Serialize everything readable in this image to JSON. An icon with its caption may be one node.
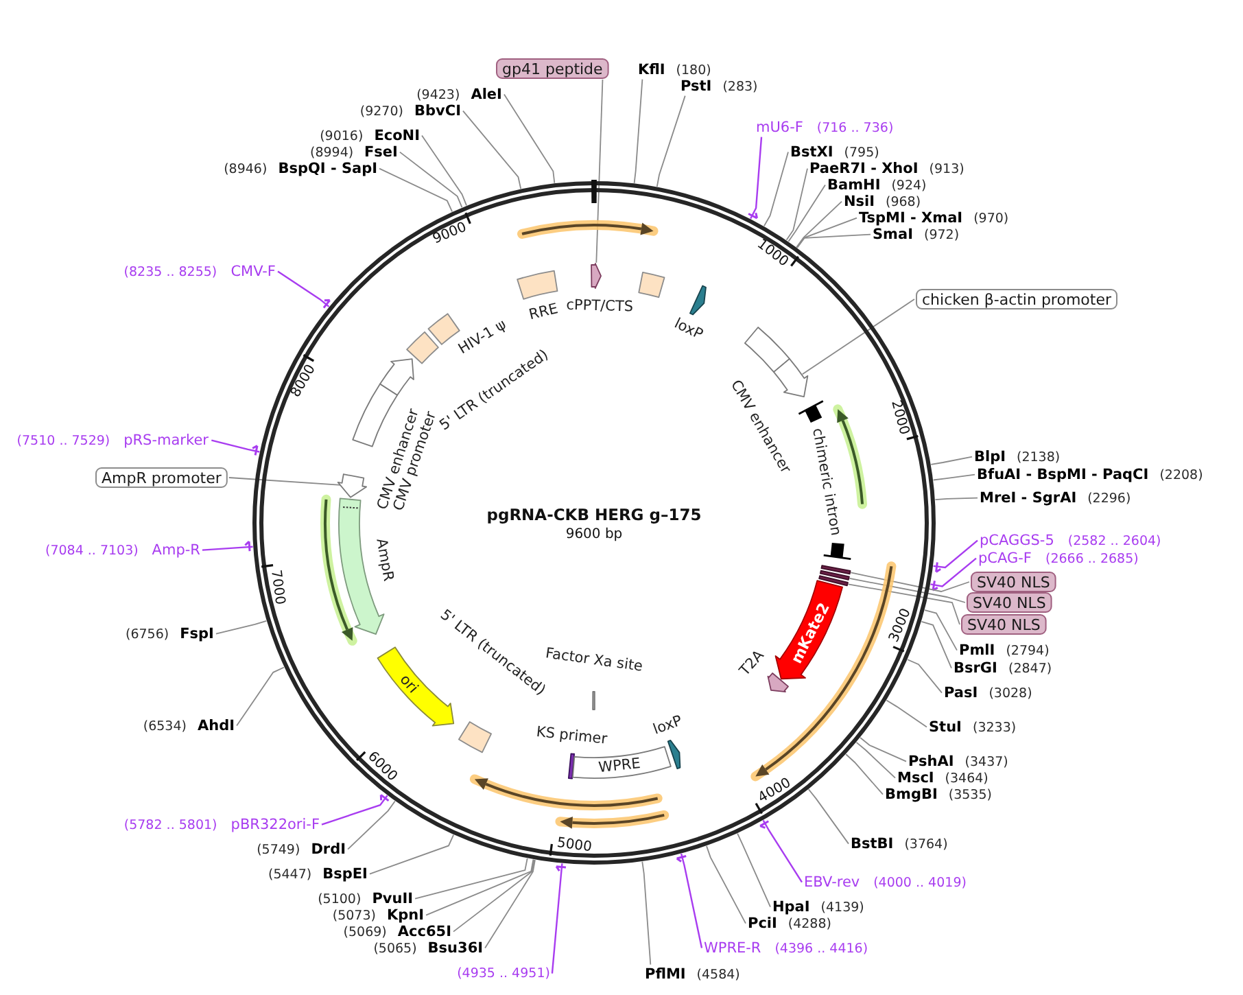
{
  "diagram": {
    "nodes": [
      {
        "text": [
          "pgRNA-CKB HERG g–175",
          "9600 bp"
        ]
      },
      {
        "text": [],
        "shape": "arrow",
        "in": 0
      },
      {
        "text": [
          "RRE"
        ],
        "in": 0
      },
      {
        "text": [
          "cPPT/CTS"
        ],
        "in": 0
      },
      {
        "text": [
          "loxP"
        ],
        "in": 0
      },
      {
        "text": [
          "HIV-1 ψ"
        ],
        "in": 0
      },
      {
        "text": [
          "5' LTR (truncated)"
        ],
        "in": 0
      },
      {
        "text": [
          "CMV enhancer"
        ],
        "in": 0
      },
      {
        "text": [],
        "shape": "arrow",
        "in": 0
      },
      {
        "text": [
          "CMV enhancer"
        ],
        "in": 0
      },
      {
        "text": [
          "CMV promoter"
        ],
        "in": 0
      },
      {
        "text": [
          "chimeric intron"
        ],
        "in": 0
      },
      {
        "text": [],
        "shape": "arrow",
        "in": 0
      },
      {
        "text": [
          "AmpR"
        ],
        "in": 0
      },
      {
        "text": [],
        "shape": "bar",
        "in": 0
      },
      {
        "text": [],
        "shape": "bar",
        "in": 0
      },
      {
        "text": [],
        "shape": "bar",
        "in": 0
      },
      {
        "text": [
          "mKate2"
        ],
        "in": 0
      },
      {
        "text": [
          "T2A"
        ],
        "in": 0
      },
      {
        "text": [
          "5' LTR (truncated)"
        ],
        "in": 0
      },
      {
        "text": [
          "Factor Xa site"
        ],
        "in": 0
      },
      {
        "text": [
          "ori"
        ],
        "in": 0
      },
      {
        "text": [
          "KS primer"
        ],
        "in": 0
      },
      {
        "text": [
          "loxP"
        ],
        "in": 0
      },
      {
        "text": [
          "WPRE"
        ],
        "in": 0
      },
      {
        "text": [
          "gp41 peptide"
        ]
      },
      {
        "text": [
          "KflI",
          "(180)"
        ]
      },
      {
        "text": [
          "PstI",
          "(283)"
        ]
      },
      {
        "text": [
          "(9423)",
          "AleI"
        ]
      },
      {
        "text": [
          "(9270)",
          "BbvCI"
        ]
      },
      {
        "text": [
          "mU6-F",
          "(716 .. 736)"
        ]
      },
      {
        "text": [
          "(9016)",
          "EcoNI"
        ]
      },
      {
        "text": [
          "(8994)",
          "FseI"
        ]
      },
      {
        "text": [
          "BstXI",
          "(795)"
        ]
      },
      {
        "text": [
          "(8946)",
          "BspQI - SapI"
        ]
      },
      {
        "text": [
          "PaeR7I - XhoI",
          "(913)"
        ]
      },
      {
        "text": [
          "BamHI",
          "(924)"
        ]
      },
      {
        "text": [
          "NsiI",
          "(968)"
        ]
      },
      {
        "text": [
          "TspMI - XmaI",
          "(970)"
        ]
      },
      {
        "text": [
          "SmaI",
          "(972)"
        ]
      },
      {
        "text": [
          "(8235 .. 8255)",
          "CMV-F"
        ]
      },
      {
        "text": [
          "chicken β-actin promoter"
        ]
      },
      {
        "text": [
          "(7510 .. 7529)",
          "pRS-marker"
        ]
      },
      {
        "text": [
          "BlpI",
          "(2138)"
        ]
      },
      {
        "text": [
          "BfuAI - BspMI - PaqCI",
          "(2208)"
        ]
      },
      {
        "text": [
          "AmpR promoter"
        ]
      },
      {
        "text": [
          "MreI - SgrAI",
          "(2296)"
        ]
      },
      {
        "text": [
          "pCAGGS-5",
          "(2582 .. 2604)"
        ]
      },
      {
        "text": [
          "(7084 .. 7103)",
          "Amp-R"
        ]
      },
      {
        "text": [
          "pCAG-F",
          "(2666 .. 2685)"
        ]
      },
      {
        "text": [
          "SV40 NLS"
        ]
      },
      {
        "text": [
          "SV40 NLS"
        ]
      },
      {
        "text": [
          "SV40 NLS"
        ]
      },
      {
        "text": [
          "(6756)",
          "FspI"
        ]
      },
      {
        "text": [
          "PmlI",
          "(2794)"
        ]
      },
      {
        "text": [
          "BsrGI",
          "(2847)"
        ]
      },
      {
        "text": [
          "PasI",
          "(3028)"
        ]
      },
      {
        "text": [
          "(6534)",
          "AhdI"
        ]
      },
      {
        "text": [
          "StuI",
          "(3233)"
        ]
      },
      {
        "text": [
          "PshAI",
          "(3437)"
        ]
      },
      {
        "text": [
          "MscI",
          "(3464)"
        ]
      },
      {
        "text": [
          "BmgBI",
          "(3535)"
        ]
      },
      {
        "text": [
          "(5782 .. 5801)",
          "pBR322ori-F"
        ]
      },
      {
        "text": [
          "BstBI",
          "(3764)"
        ]
      },
      {
        "text": [
          "(5749)",
          "DrdI"
        ]
      },
      {
        "text": [
          "(5447)",
          "BspEI"
        ]
      },
      {
        "text": [
          "EBV-rev",
          "(4000 .. 4019)"
        ]
      },
      {
        "text": [
          "(5100)",
          "PvuII"
        ]
      },
      {
        "text": [
          "HpaI",
          "(4139)"
        ]
      },
      {
        "text": [
          "(5073)",
          "KpnI"
        ]
      },
      {
        "text": [
          "PciI",
          "(4288)"
        ]
      },
      {
        "text": [
          "(5069)",
          "Acc65I"
        ]
      },
      {
        "text": [
          "(5065)",
          "Bsu36I"
        ]
      },
      {
        "text": [
          "WPRE-R",
          "(4396 .. 4416)"
        ]
      },
      {
        "text": [
          "(4935 .. 4951)"
        ]
      },
      {
        "text": [
          "PflMI",
          "(4584)"
        ]
      }
    ],
    "edges": [
      {
        "from": 25,
        "to": 1,
        "arrow": "none"
      },
      {
        "from": 26,
        "to": 0,
        "arrow": "none"
      },
      {
        "from": 27,
        "to": 0,
        "arrow": "none"
      },
      {
        "from": 28,
        "to": 0,
        "arrow": "none"
      },
      {
        "from": 29,
        "to": 0,
        "arrow": "none"
      },
      {
        "from": 30,
        "to": 0,
        "arrow": "other",
        "color": "#a83cf0"
      },
      {
        "from": 31,
        "to": 0,
        "arrow": "none"
      },
      {
        "from": 32,
        "to": 0,
        "arrow": "none"
      },
      {
        "from": 33,
        "to": 0,
        "arrow": "none"
      },
      {
        "from": 34,
        "to": 0,
        "arrow": "none"
      },
      {
        "from": 35,
        "to": 0,
        "arrow": "none"
      },
      {
        "from": 36,
        "to": 0,
        "arrow": "none"
      },
      {
        "from": 37,
        "to": 0,
        "arrow": "none"
      },
      {
        "from": 38,
        "to": 0,
        "arrow": "none"
      },
      {
        "from": 39,
        "to": 0,
        "arrow": "none"
      },
      {
        "from": 40,
        "to": 0,
        "arrow": "other",
        "color": "#a83cf0"
      },
      {
        "from": 41,
        "to": 8,
        "arrow": "none"
      },
      {
        "from": 42,
        "to": 0,
        "arrow": "other",
        "color": "#a83cf0"
      },
      {
        "from": 43,
        "to": 0,
        "arrow": "none"
      },
      {
        "from": 44,
        "to": 0,
        "arrow": "none"
      },
      {
        "from": 45,
        "to": 12,
        "arrow": "none"
      },
      {
        "from": 46,
        "to": 0,
        "arrow": "none"
      },
      {
        "from": 47,
        "to": 0,
        "arrow": "other",
        "color": "#a83cf0"
      },
      {
        "from": 48,
        "to": 0,
        "arrow": "other",
        "color": "#a83cf0"
      },
      {
        "from": 49,
        "to": 0,
        "arrow": "other",
        "color": "#a83cf0"
      },
      {
        "from": 50,
        "to": 14,
        "arrow": "none"
      },
      {
        "from": 51,
        "to": 15,
        "arrow": "none"
      },
      {
        "from": 52,
        "to": 16,
        "arrow": "none"
      },
      {
        "from": 53,
        "to": 0,
        "arrow": "none"
      },
      {
        "from": 54,
        "to": 0,
        "arrow": "none"
      },
      {
        "from": 55,
        "to": 0,
        "arrow": "none"
      },
      {
        "from": 56,
        "to": 0,
        "arrow": "none"
      },
      {
        "from": 57,
        "to": 0,
        "arrow": "none"
      },
      {
        "from": 58,
        "to": 0,
        "arrow": "none"
      },
      {
        "from": 59,
        "to": 0,
        "arrow": "none"
      },
      {
        "from": 60,
        "to": 0,
        "arrow": "none"
      },
      {
        "from": 61,
        "to": 0,
        "arrow": "none"
      },
      {
        "from": 62,
        "to": 0,
        "arrow": "other",
        "color": "#a83cf0"
      },
      {
        "from": 63,
        "to": 0,
        "arrow": "none"
      },
      {
        "from": 64,
        "to": 0,
        "arrow": "none"
      },
      {
        "from": 65,
        "to": 0,
        "arrow": "none"
      },
      {
        "from": 66,
        "to": 0,
        "arrow": "other",
        "color": "#a83cf0"
      },
      {
        "from": 67,
        "to": 0,
        "arrow": "none"
      },
      {
        "from": 68,
        "to": 0,
        "arrow": "none"
      },
      {
        "from": 69,
        "to": 0,
        "arrow": "none"
      },
      {
        "from": 70,
        "to": 0,
        "arrow": "none"
      },
      {
        "from": 71,
        "to": 0,
        "arrow": "none"
      },
      {
        "from": 72,
        "to": 0,
        "arrow": "none"
      },
      {
        "from": 73,
        "to": 0,
        "arrow": "other",
        "color": "#a83cf0"
      },
      {
        "from": 74,
        "to": 0,
        "arrow": "other",
        "color": "#a83cf0"
      },
      {
        "from": 75,
        "to": 0,
        "arrow": "none"
      }
    ],
    "labels": [
      "9000",
      "1000",
      "8000",
      "2000",
      "7000",
      "3000",
      "6000",
      "4000",
      "5000"
    ]
  }
}
